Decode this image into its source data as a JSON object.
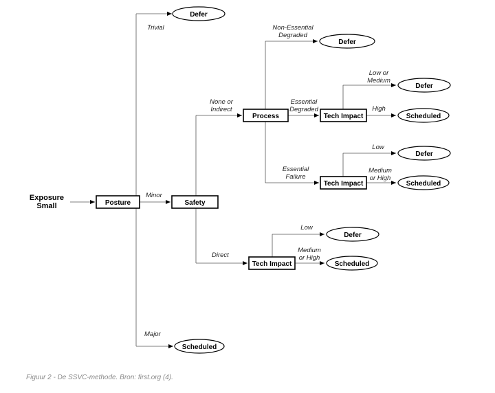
{
  "diagram": {
    "root": {
      "line1": "Exposure",
      "line2": "Small"
    },
    "nodes": {
      "posture": "Posture",
      "safety": "Safety",
      "process": "Process",
      "tech_impact_essential_degraded": "Tech Impact",
      "tech_impact_essential_failure": "Tech Impact",
      "tech_impact_direct": "Tech Impact"
    },
    "outcomes": {
      "trivial": "Defer",
      "major": "Scheduled",
      "non_essential_degraded": "Defer",
      "degraded_low_medium": "Defer",
      "degraded_high": "Scheduled",
      "failure_low": "Defer",
      "failure_medium_high": "Scheduled",
      "direct_low": "Defer",
      "direct_medium_high": "Scheduled"
    },
    "edges": {
      "trivial": "Trivial",
      "minor": "Minor",
      "major": "Major",
      "none_or_indirect_1": "None or",
      "none_or_indirect_2": "Indirect",
      "direct": "Direct",
      "non_essential_1": "Non-Essential",
      "non_essential_2": "Degraded",
      "essential_degraded_1": "Essential",
      "essential_degraded_2": "Degraded",
      "essential_failure_1": "Essential",
      "essential_failure_2": "Failure",
      "low_or_medium_1": "Low or",
      "low_or_medium_2": "Medium",
      "high": "High",
      "failure_low": "Low",
      "failure_medium_high_1": "Medium",
      "failure_medium_high_2": "or High",
      "direct_low": "Low",
      "direct_medium_high_1": "Medium",
      "direct_medium_high_2": "or High"
    }
  },
  "caption": "Figuur 2 - De SSVC-methode. Bron: first.org (4)."
}
